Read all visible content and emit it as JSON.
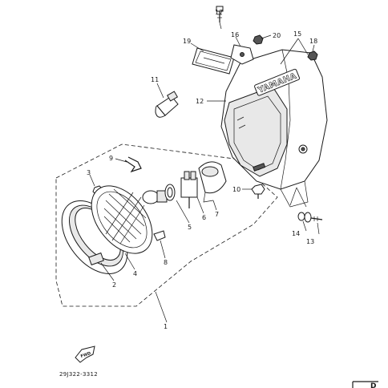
{
  "part_labels": {
    "p1": "1",
    "p2": "2",
    "p3": "3",
    "p4": "4",
    "p5": "5",
    "p6": "6",
    "p7": "7",
    "p8": "8",
    "p9": "9",
    "p10": "10",
    "p11": "11",
    "p12": "12",
    "p13": "13",
    "p14": "14",
    "p15": "15",
    "p16": "16",
    "p17": "17",
    "p18": "18",
    "p19": "19",
    "p20": "20"
  },
  "brand_text": "YAMAHA",
  "fwd_text": "FWD",
  "diagram_code": "29J322-3312",
  "corner_mark": "D"
}
